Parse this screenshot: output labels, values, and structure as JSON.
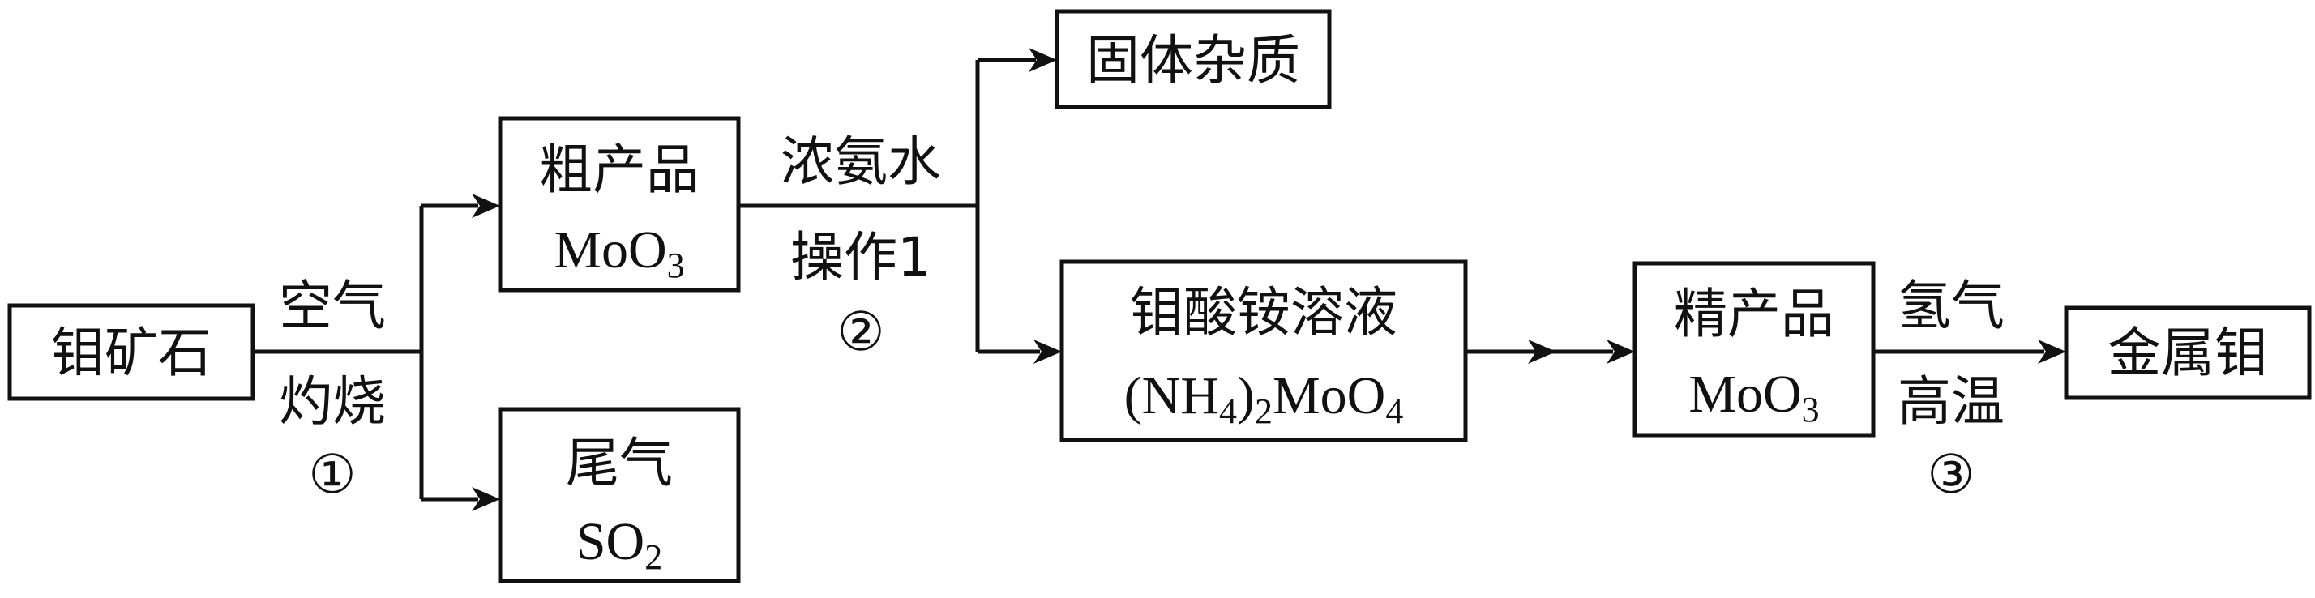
{
  "nodes": {
    "ore": "钼矿石",
    "crude_line1": "粗产品",
    "crude_formula": "MoO",
    "crude_sub": "3",
    "tail_line1": "尾气",
    "tail_formula": "SO",
    "tail_sub": "2",
    "solid": "固体杂质",
    "solution_line1": "钼酸铵溶液",
    "solution_open": "(NH",
    "solution_sub1": "4",
    "solution_mid": ")",
    "solution_sub2": "2",
    "solution_tail": "MoO",
    "solution_sub3": "4",
    "pure_line1": "精产品",
    "pure_formula": "MoO",
    "pure_sub": "3",
    "metal": "金属钼"
  },
  "steps": {
    "s1_top": "空气",
    "s1_bottom": "灼烧",
    "s1_num": "①",
    "s2_top": "浓氨水",
    "s2_bottom": "操作1",
    "s2_num": "②",
    "s3_top": "氢气",
    "s3_bottom": "高温",
    "s3_num": "③"
  }
}
